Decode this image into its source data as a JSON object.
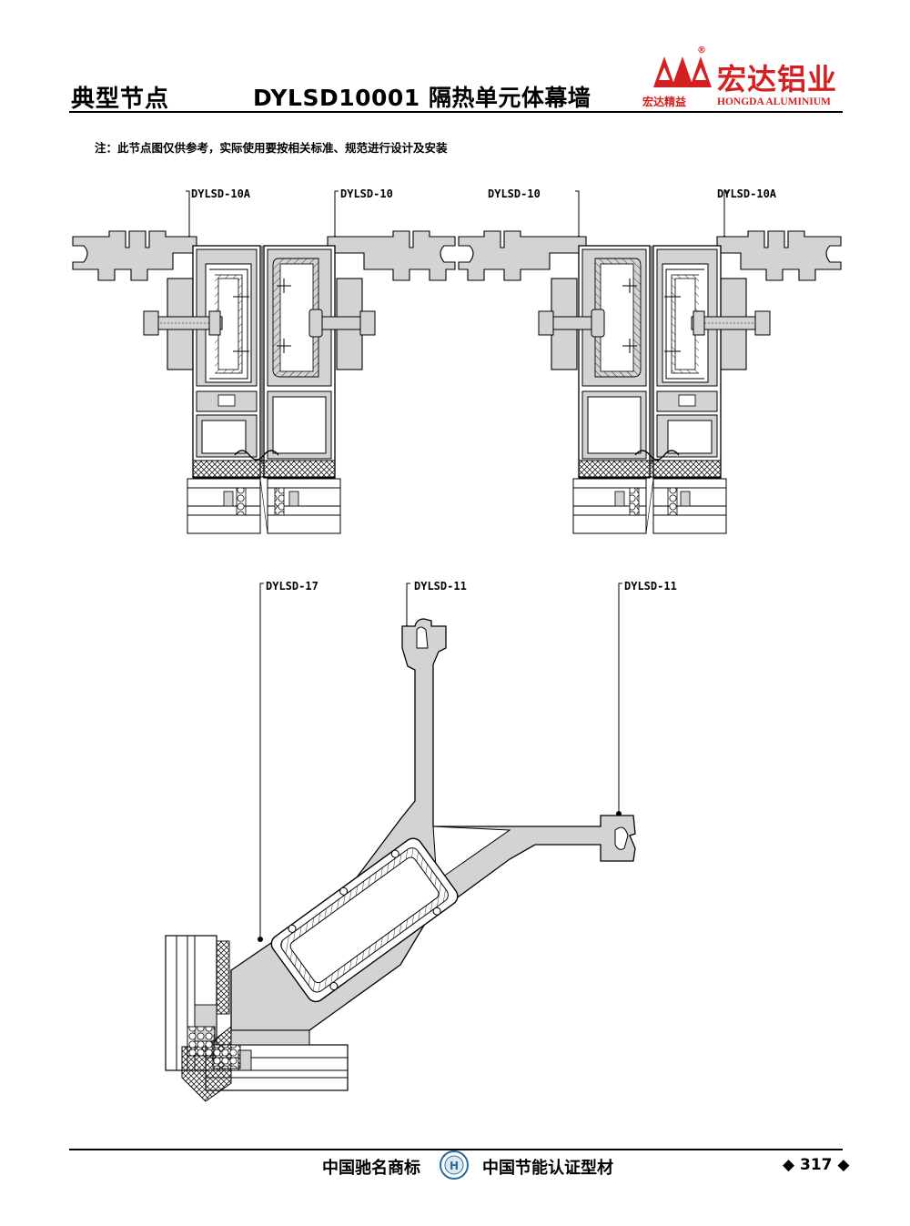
{
  "header": {
    "section_title": "典型节点",
    "drawing_code": "DYLSD10001 隔热单元体幕墙"
  },
  "brand": {
    "name_cn": "宏达铝业",
    "tagline_cn": "宏达精益",
    "name_en": "HONGDA ALUMINIUM",
    "registered_mark": "®",
    "color": "#d42020"
  },
  "note": "注：此节点图仅供参考，实际使用要按相关标准、规范进行设计及安装",
  "details": {
    "left": {
      "label_a": "DYLSD-10A",
      "label_b": "DYLSD-10"
    },
    "right": {
      "label_a": "DYLSD-10",
      "label_b": "DYLSD-10A"
    },
    "corner": {
      "label_a": "DYLSD-17",
      "label_b": "DYLSD-11",
      "label_c": "DYLSD-11"
    }
  },
  "footer": {
    "left_text": "中国驰名商标",
    "right_text": "中国节能认证型材",
    "page_number": "◆ 317 ◆"
  }
}
